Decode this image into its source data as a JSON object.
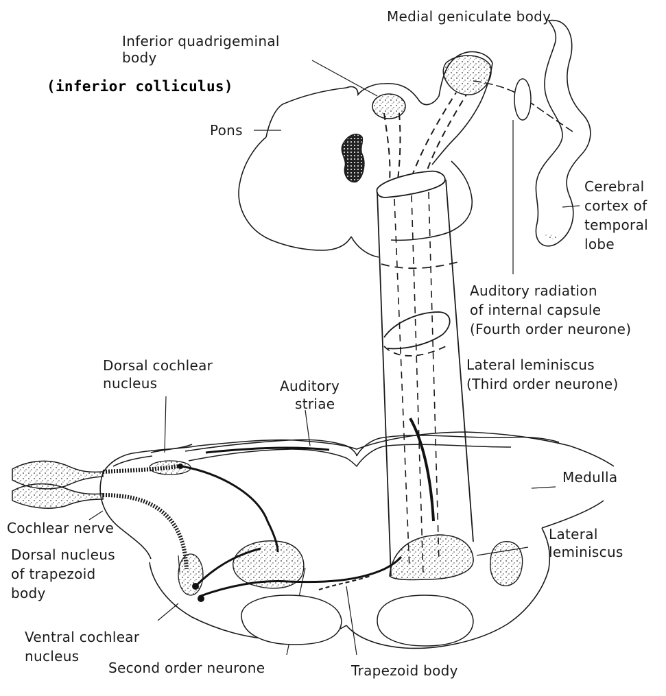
{
  "labels": {
    "medial_geniculate": "Medial geniculate body",
    "inferior_quad_1": "Inferior quadrigeminal",
    "inferior_quad_2": "body",
    "inferior_colliculus": "(inferior colliculus)",
    "pons": "Pons",
    "cerebral_1": "Cerebral",
    "cerebral_2": "cortex of",
    "cerebral_3": "temporal",
    "cerebral_4": "lobe",
    "auditory_rad_1": "Auditory radiation",
    "auditory_rad_2": "of internal capsule",
    "auditory_rad_3": "(Fourth order neurone)",
    "lat_lem_1": "Lateral leminiscus",
    "lat_lem_2": "(Third order neurone)",
    "dorsal_cochlear_1": "Dorsal cochlear",
    "dorsal_cochlear_2": "nucleus",
    "striae_1": "Auditory",
    "striae_2": "striae",
    "medulla": "Medulla",
    "cochlear_nerve": "Cochlear nerve",
    "dorsal_trap_1": "Dorsal nucleus",
    "dorsal_trap_2": "of trapezoid",
    "dorsal_trap_3": "body",
    "lat_lem_lower_1": "Lateral",
    "lat_lem_lower_2": "leminiscus",
    "ventral_cochlear_1": "Ventral cochlear",
    "ventral_cochlear_2": "nucleus",
    "second_order": "Second order neurone",
    "trapezoid": "Trapezoid body"
  },
  "colors": {
    "ink": "#1a1a1a",
    "paper": "#ffffff"
  }
}
